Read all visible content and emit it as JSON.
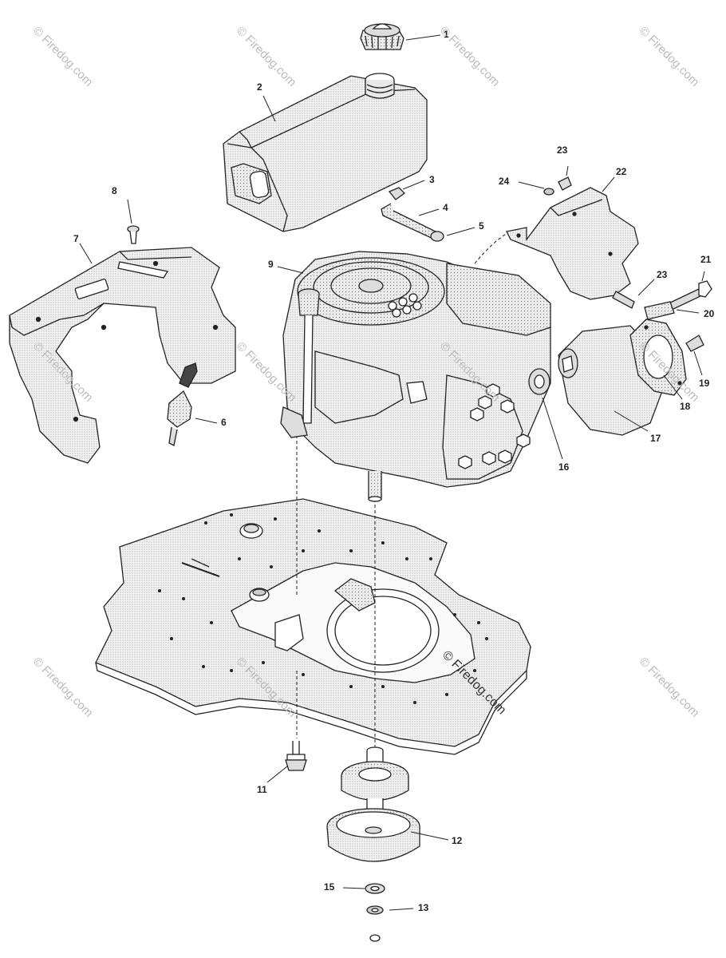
{
  "watermark": {
    "text": "© Firedog.com"
  },
  "callouts": {
    "c1": "1",
    "c2": "2",
    "c3": "3",
    "c4": "4",
    "c5": "5",
    "c6": "6",
    "c7": "7",
    "c8": "8",
    "c9": "9",
    "c11": "11",
    "c12": "12",
    "c13": "13",
    "c15": "15",
    "c16": "16",
    "c17": "17",
    "c18": "18",
    "c19": "19",
    "c20": "20",
    "c21": "21",
    "c22": "22",
    "c23a": "23",
    "c23b": "23",
    "c24": "24"
  },
  "colors": {
    "line": "#222222",
    "fill": "#f0f0f0",
    "watermark": "#bbbbbb"
  }
}
